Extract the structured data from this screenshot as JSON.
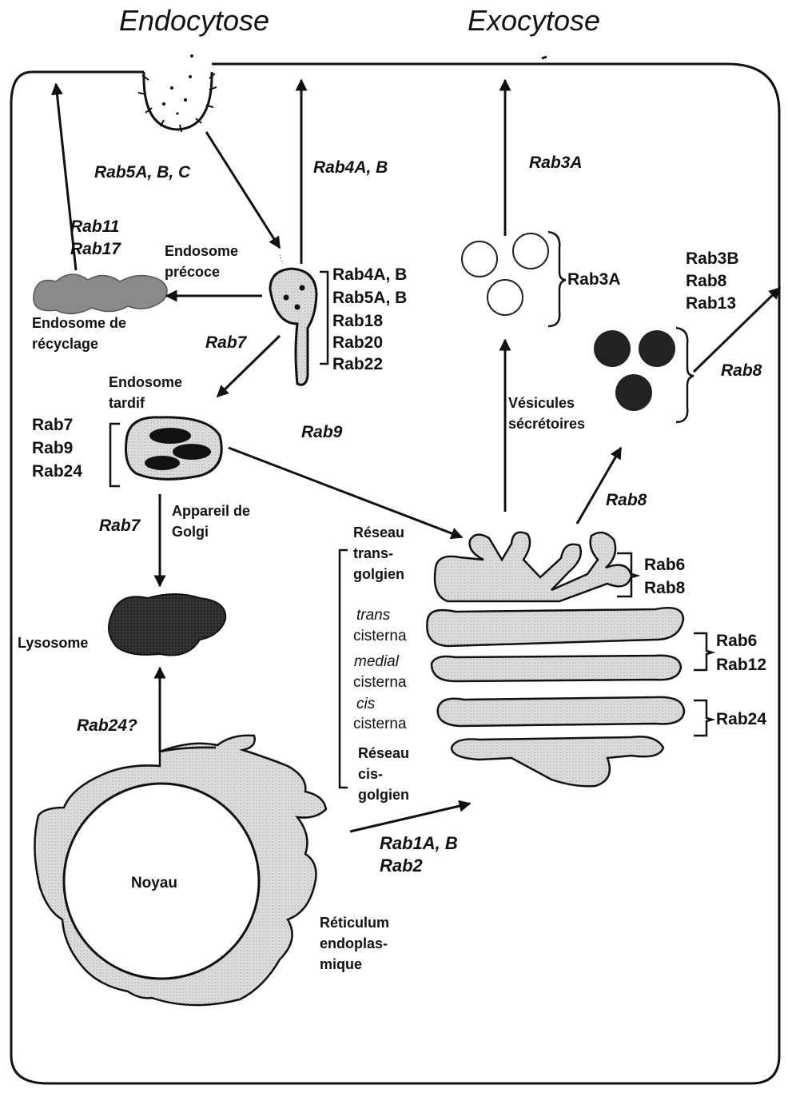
{
  "headers": {
    "endocytose": "Endocytose",
    "exocytose": "Exocytose"
  },
  "rabs": {
    "rab5abc": "Rab5A, B, C",
    "rab4ab_arrow": "Rab4A, B",
    "rab3a_arrow": "Rab3A",
    "rab11": "Rab11",
    "rab17": "Rab17",
    "early_list": [
      "Rab4A, B",
      "Rab5A, B",
      "Rab18",
      "Rab20",
      "Rab22"
    ],
    "rab7_arrow1": "Rab7",
    "rab3a_bracket": "Rab3A",
    "dense_list": [
      "Rab3B",
      "Rab8",
      "Rab13"
    ],
    "rab8_exit": "Rab8",
    "late_list": [
      "Rab7",
      "Rab9",
      "Rab24"
    ],
    "rab9_arrow": "Rab9",
    "rab7_arrow2": "Rab7",
    "rab8_up": "Rab8",
    "tgn_list": [
      "Rab6",
      "Rab8"
    ],
    "trans_list": [
      "Rab6",
      "Rab12"
    ],
    "cis_list": [
      "Rab24"
    ],
    "rab24q": "Rab24?",
    "rab1ab": "Rab1A, B",
    "rab2": "Rab2"
  },
  "labels": {
    "endosome_precoce": [
      "Endosome",
      "précoce"
    ],
    "endosome_recyclage": [
      "Endosome de",
      "récyclage"
    ],
    "endosome_tardif": [
      "Endosome",
      "tardif"
    ],
    "appareil_golgi": [
      "Appareil de",
      "Golgi"
    ],
    "lysosome": "Lysosome",
    "vesicules": [
      "Vésicules",
      "sécrétoires"
    ],
    "reseau_trans": [
      "Réseau",
      "trans-",
      "golgien"
    ],
    "trans_cisterna": [
      "trans",
      "cisterna"
    ],
    "medial_cisterna": [
      "medial",
      "cisterna"
    ],
    "cis_cisterna": [
      "cis",
      "cisterna"
    ],
    "reseau_cis": [
      "Réseau",
      "cis-",
      "golgien"
    ],
    "noyau": "Noyau",
    "reticulum": [
      "Réticulum",
      "endoplas-",
      "mique"
    ]
  }
}
